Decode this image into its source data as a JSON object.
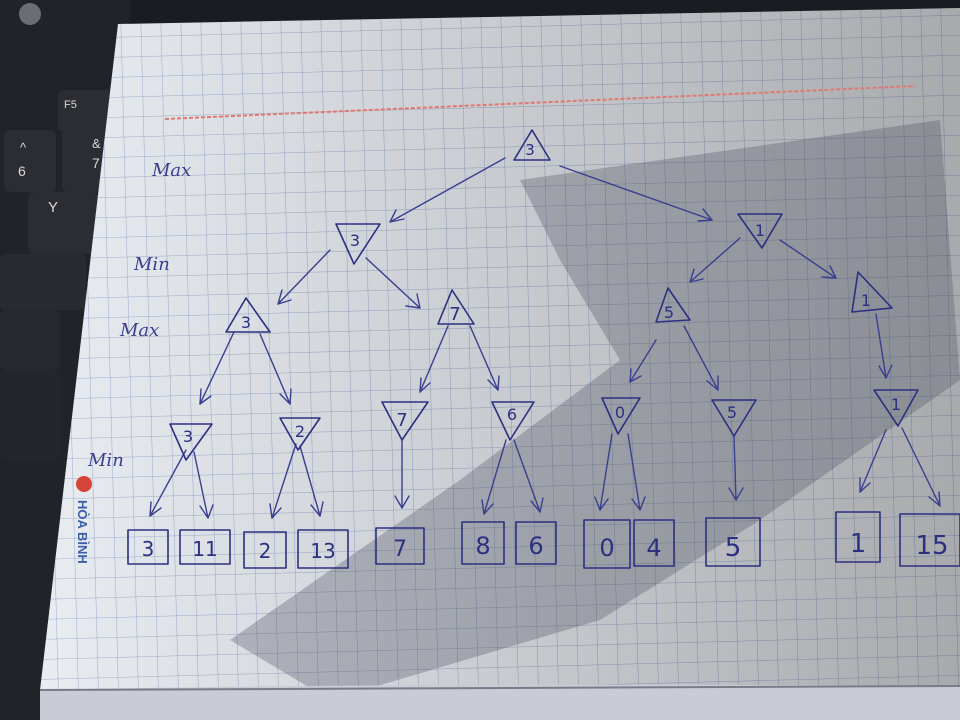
{
  "keyboard": {
    "keys": [
      "F5",
      "^",
      "6",
      "&",
      "7",
      "Y"
    ]
  },
  "paper": {
    "brand_text": "HÒA BÌNH",
    "level_labels": [
      "Max",
      "Min",
      "Max",
      "Min"
    ]
  },
  "tree": {
    "root": "3",
    "min1": [
      "3",
      "1"
    ],
    "max2": [
      "3",
      "7",
      "5",
      "1"
    ],
    "min3": [
      "3",
      "2",
      "7",
      "6",
      "0",
      "5",
      "1"
    ],
    "leaves": [
      "3",
      "11",
      "2",
      "13",
      "7",
      "8",
      "6",
      "0",
      "4",
      "5",
      "1",
      "15"
    ]
  }
}
